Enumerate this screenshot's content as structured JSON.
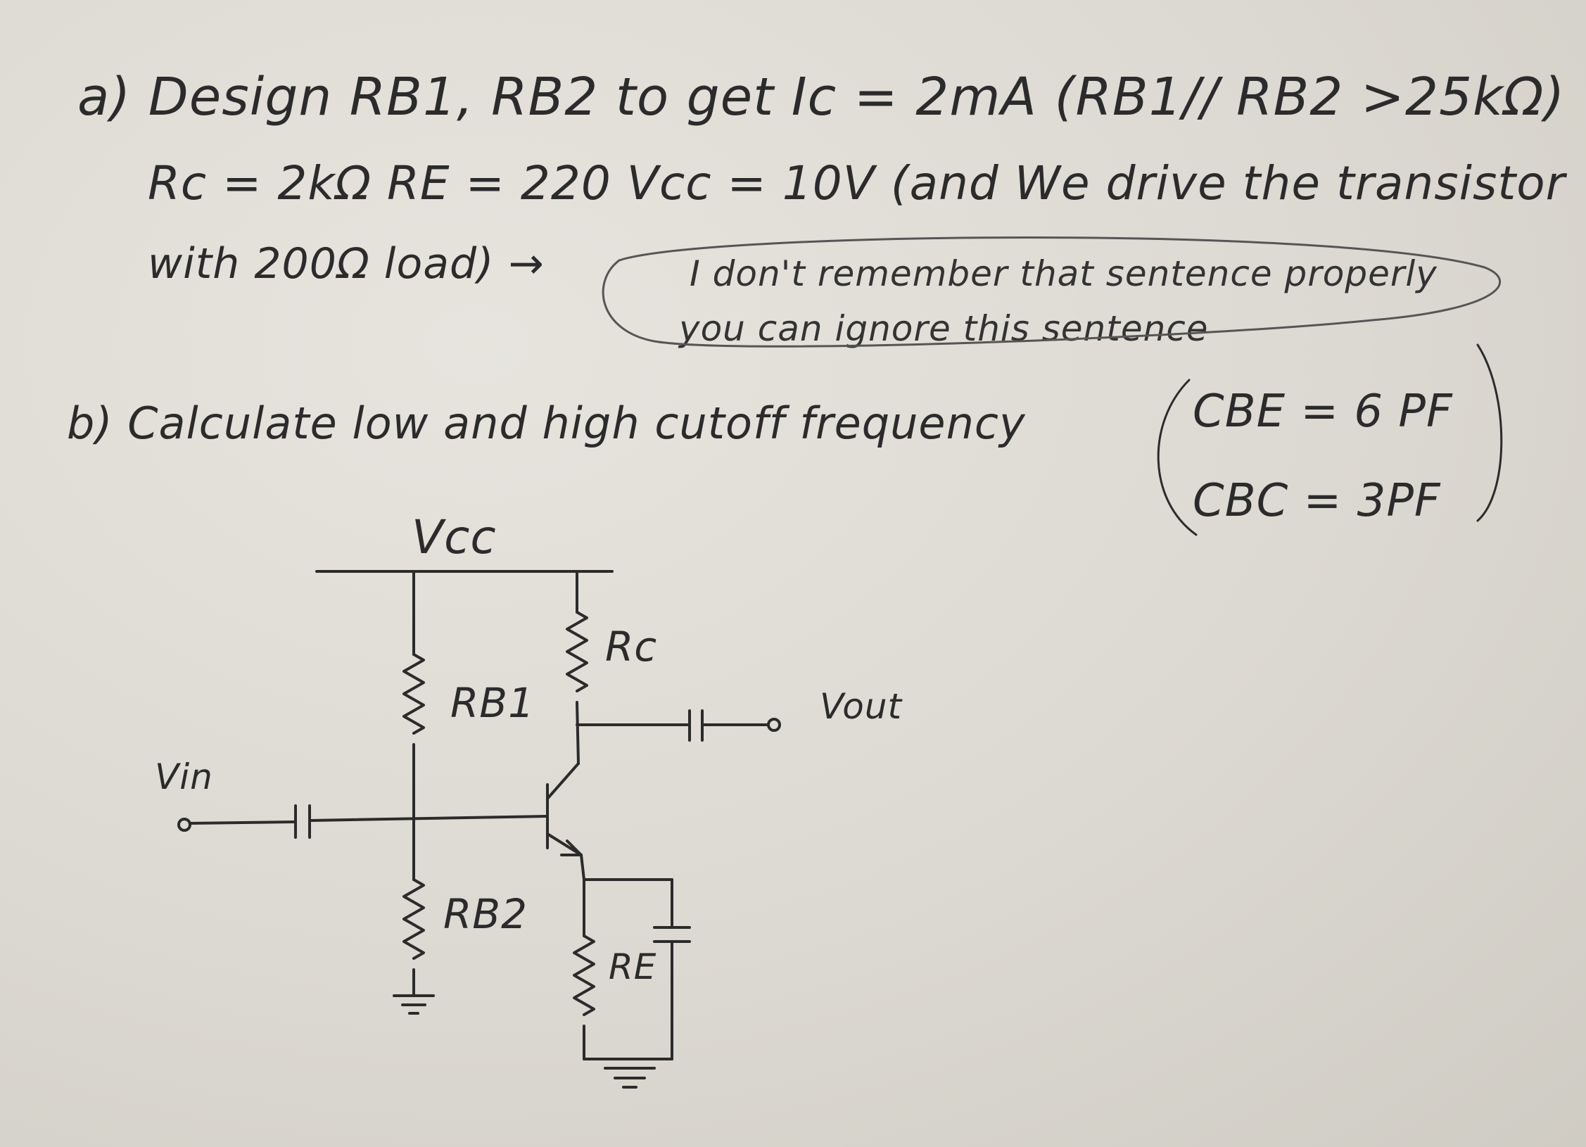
{
  "question": {
    "part_a_line1": "a) Design RB1, RB2 to get Ic = 2mA (RB1// RB2 >25kΩ)",
    "part_a_line2": "Rc = 2kΩ RE = 220 Vcc = 10V (and We drive the transistor",
    "part_a_line3": "with 200Ω load) →",
    "note_line1": "I don't remember that sentence properly",
    "note_line2": "you can ignore this sentence",
    "part_b": "b) Calculate low and high cutoff frequency",
    "cap_be": "CBE = 6 PF",
    "cap_bc": "CBC = 3PF"
  },
  "circuit": {
    "vcc": "Vcc",
    "rc": "Rc",
    "rb1": "RB1",
    "rb2": "RB2",
    "re": "RE",
    "vin": "Vin",
    "vout": "Vout"
  },
  "colors": {
    "ink": "#2b2b2b",
    "paper": "#dedbd4",
    "pencil": "#555555"
  }
}
